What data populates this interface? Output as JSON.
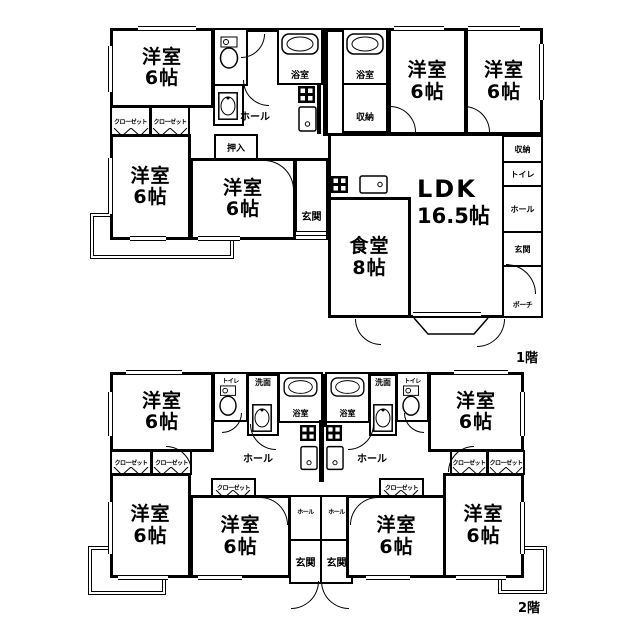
{
  "document": {
    "type": "floor-plan",
    "building": "2-story multi-unit residence"
  },
  "colors": {
    "wall": "#000000",
    "background": "#ffffff"
  },
  "floors": [
    {
      "floor_label": "1階",
      "rooms": [
        {
          "name": "洋室",
          "size": "6帖"
        },
        {
          "name": "洋室",
          "size": "6帖"
        },
        {
          "name": "洋室",
          "size": "6帖"
        },
        {
          "name": "洋室",
          "size": "6帖"
        },
        {
          "name": "洋室",
          "size": "6帖"
        },
        {
          "name": "LDK",
          "size": "16.5帖"
        },
        {
          "name": "食堂",
          "size": "8帖"
        }
      ],
      "labels": {
        "closet": "クローゼット",
        "oshiire": "押入",
        "hall": "ホール",
        "bath": "浴室",
        "storage": "収納",
        "toilet": "トイレ",
        "entry": "玄関",
        "porch": "ポーチ"
      }
    },
    {
      "floor_label": "2階",
      "rooms": [
        {
          "name": "洋室",
          "size": "6帖"
        },
        {
          "name": "洋室",
          "size": "6帖"
        },
        {
          "name": "洋室",
          "size": "6帖"
        },
        {
          "name": "洋室",
          "size": "6帖"
        },
        {
          "name": "洋室",
          "size": "6帖"
        },
        {
          "name": "洋室",
          "size": "6帖"
        }
      ],
      "labels": {
        "closet": "クローゼット",
        "hall": "ホール",
        "bath": "浴室",
        "toilet": "トイレ",
        "entry": "玄関",
        "washroom": "洗面"
      }
    }
  ]
}
